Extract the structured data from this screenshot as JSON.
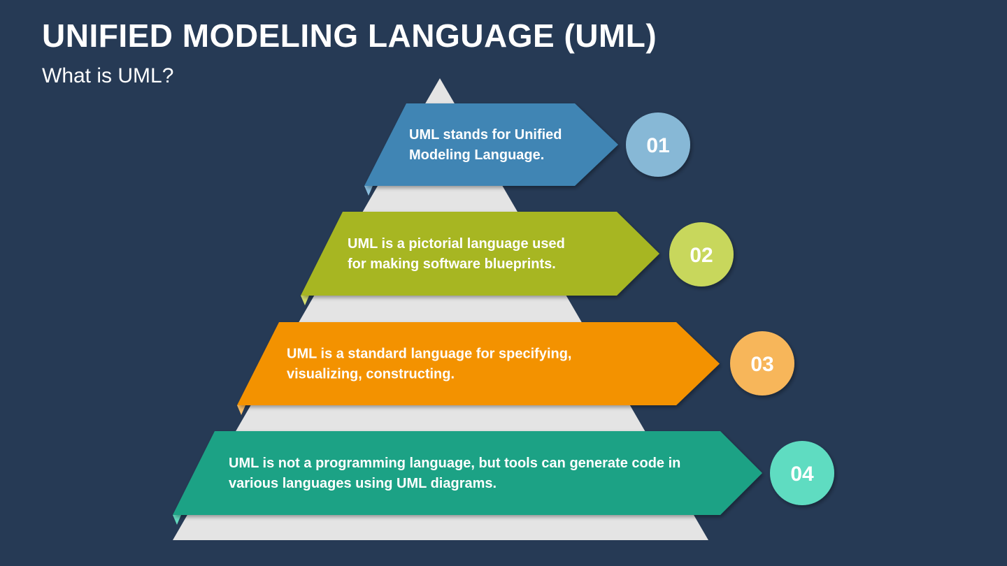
{
  "slide": {
    "title": "UNIFIED MODELING LANGUAGE (UML)",
    "subtitle": "What is UML?"
  },
  "steps": [
    {
      "number": "01",
      "lines": [
        "UML stands for Unified",
        "Modeling Language."
      ],
      "color": "#3f85b4",
      "fold_color": "#8cc0e0",
      "circle_color": "#87b8d6"
    },
    {
      "number": "02",
      "lines": [
        "UML is a pictorial language used",
        "for making software blueprints."
      ],
      "color": "#a7b624",
      "fold_color": "#d6e070",
      "circle_color": "#c8d75c"
    },
    {
      "number": "03",
      "lines": [
        "UML is a standard language for specifying,",
        "visualizing, constructing."
      ],
      "color": "#f39200",
      "fold_color": "#f8bf6a",
      "circle_color": "#f7b65a"
    },
    {
      "number": "04",
      "lines": [
        "UML is not a programming language, but tools can generate code in",
        "various languages using UML diagrams."
      ],
      "color": "#1fa285",
      "fold_color": "#64dcc0",
      "circle_color": "#5fdcc1"
    }
  ],
  "pyramid": {
    "color": "#e4e4e4"
  }
}
